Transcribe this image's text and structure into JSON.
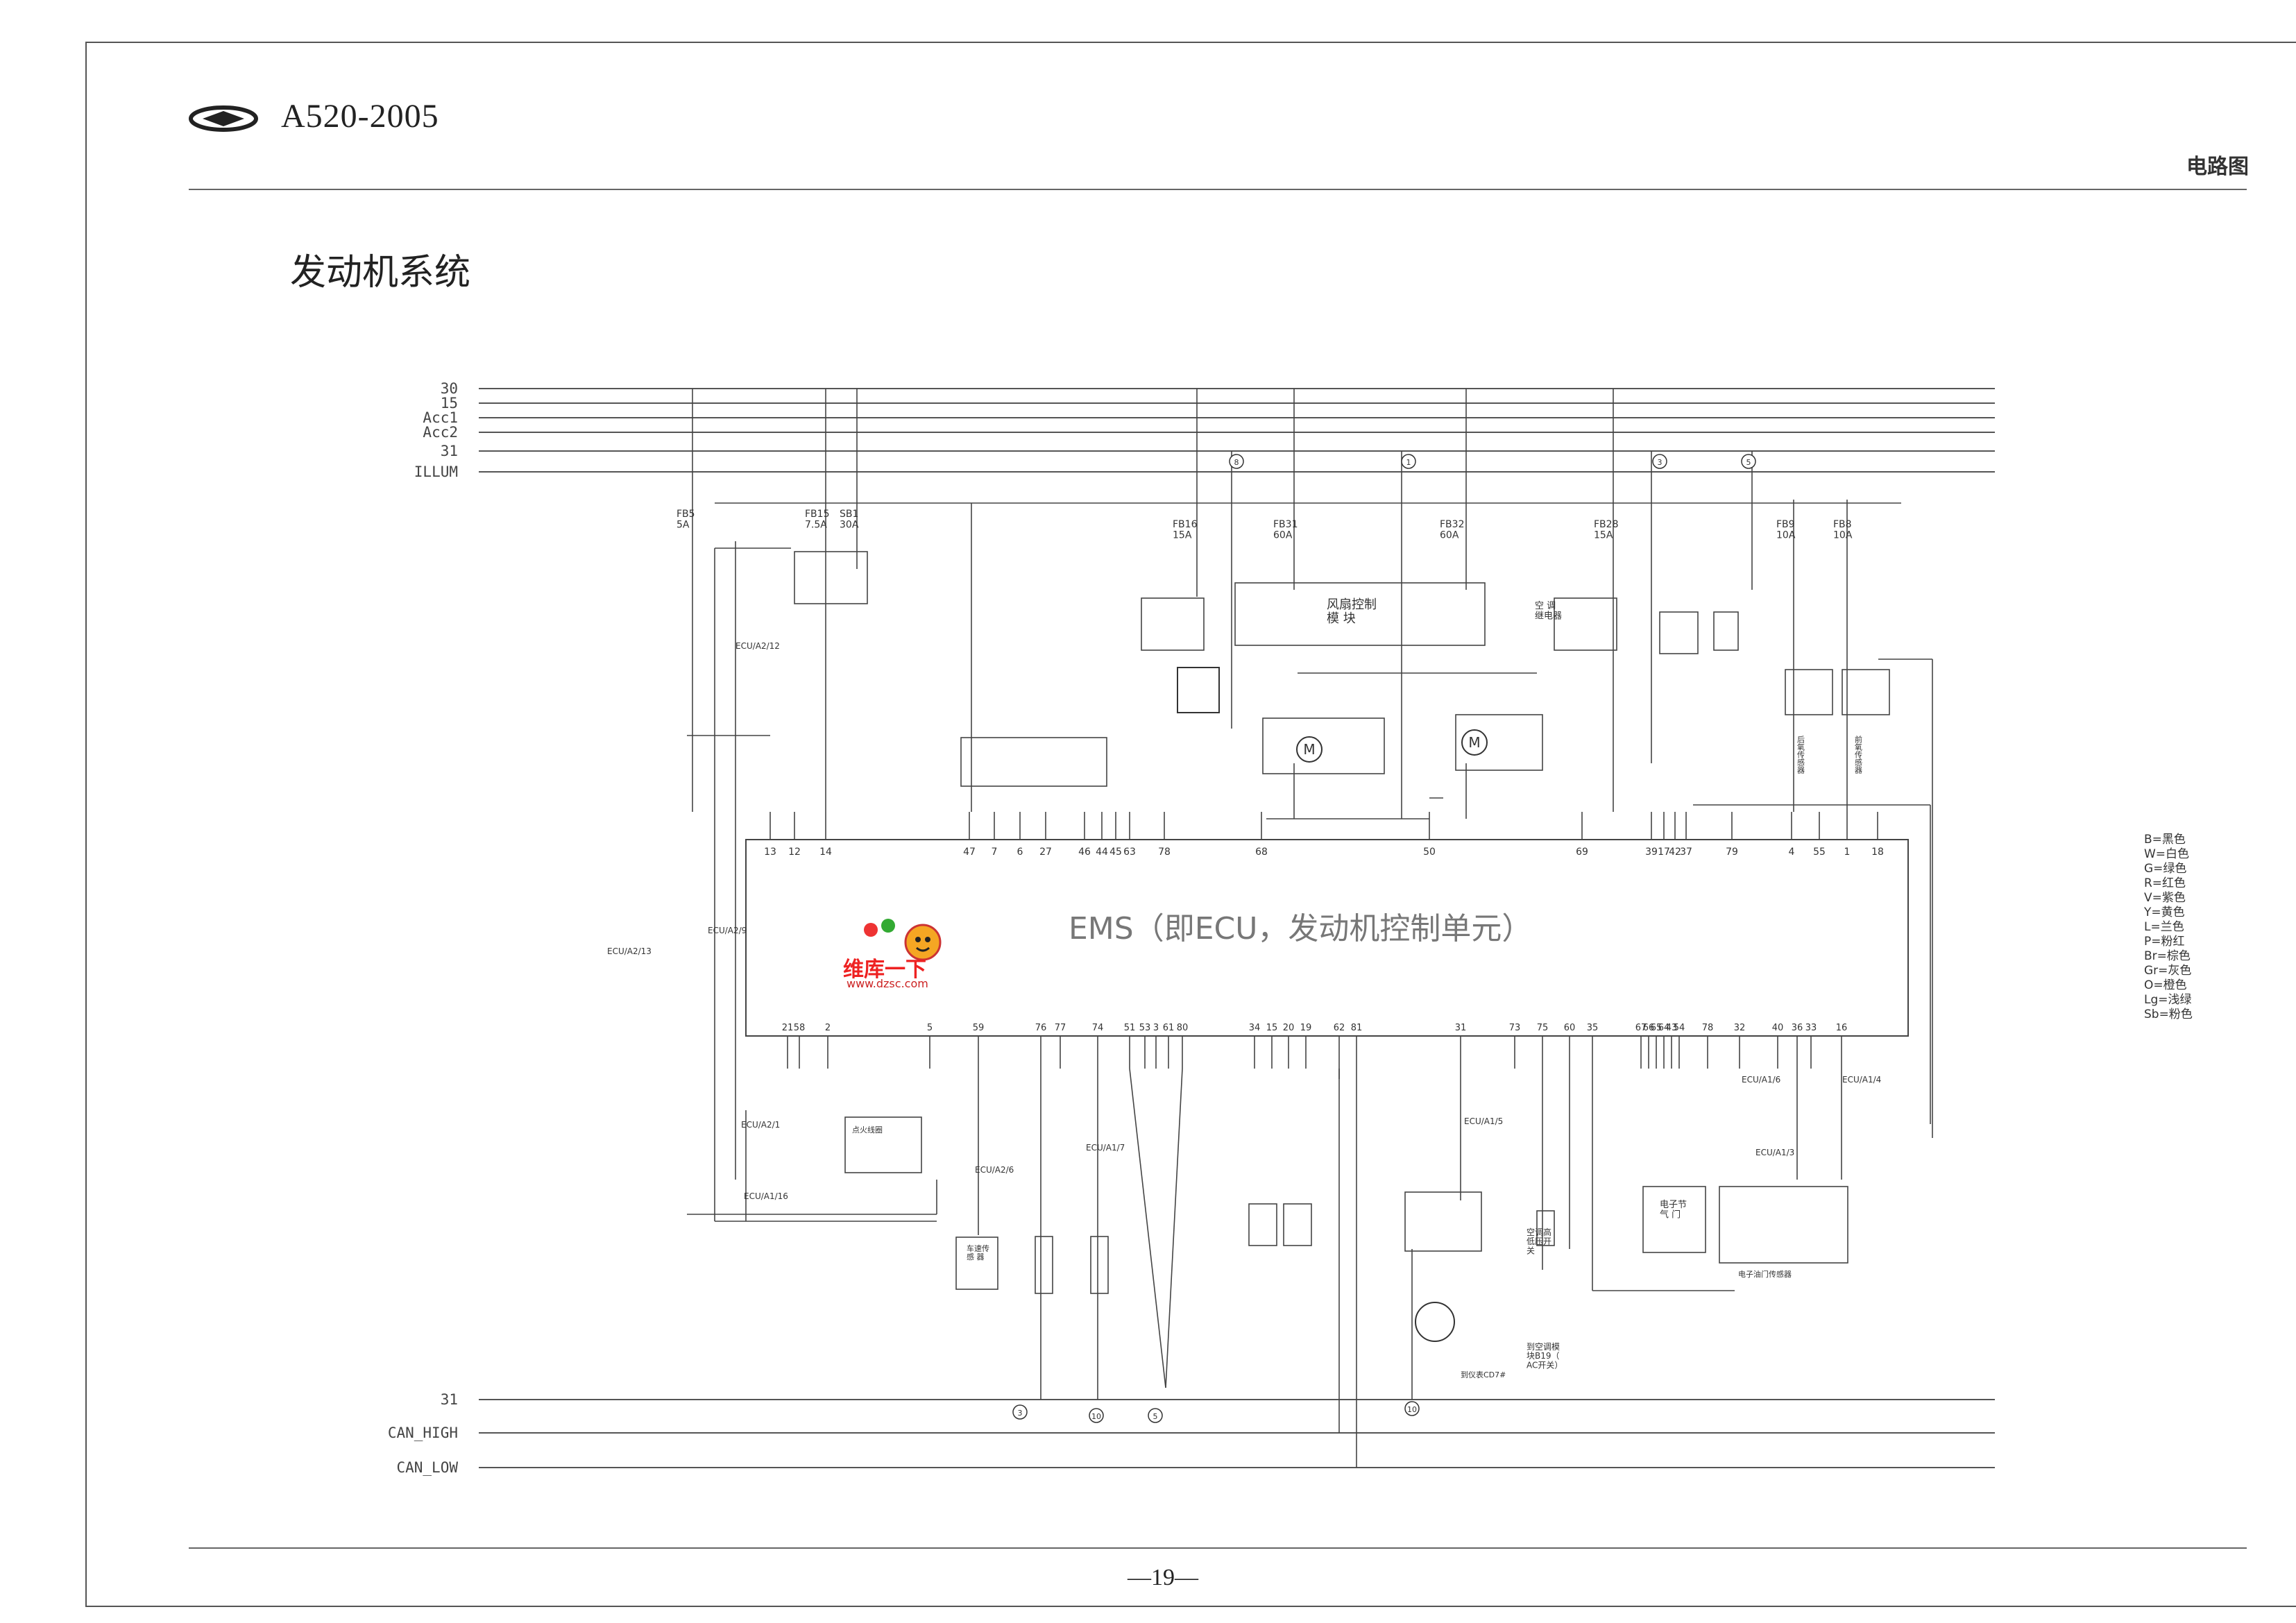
{
  "header": {
    "model": "A520-2005",
    "doc_type": "电路图"
  },
  "page": {
    "title": "发动机系统",
    "page_number": "—19—"
  },
  "buses": {
    "top": [
      "30",
      "15",
      "Acc1",
      "Acc2",
      "31",
      "ILLUM"
    ],
    "bottom": [
      "31",
      "CAN_HIGH",
      "CAN_LOW"
    ]
  },
  "ecu": {
    "label": "EMS（即ECU，发动机控制单元）"
  },
  "fuses": [
    "FB5\n5A",
    "FB15\n7.5A",
    "SB1\n30A",
    "FB16\n15A",
    "FB31\n60A",
    "FB32\n60A",
    "FB28\n15A",
    "FB9\n10A",
    "FB8\n10A"
  ],
  "ecu_top_pins": [
    "13",
    "12",
    "14",
    "47",
    "7",
    "6",
    "27",
    "46",
    "44",
    "45",
    "63",
    "78",
    "68",
    "50",
    "69",
    "39",
    "17",
    "42",
    "37",
    "79",
    "4",
    "55",
    "1",
    "18"
  ],
  "ecu_bottom_pins": [
    "21",
    "58",
    "2",
    "5",
    "59",
    "76",
    "77",
    "74",
    "51",
    "53",
    "3",
    "61",
    "80",
    "34",
    "15",
    "20",
    "19",
    "62",
    "81",
    "31",
    "73",
    "75",
    "60",
    "35",
    "67",
    "66",
    "65",
    "64",
    "43",
    "54",
    "78",
    "32",
    "40",
    "36",
    "33",
    "16"
  ],
  "connectors": [
    "ECU/A2/12",
    "ECU/A2/9",
    "ECU/A2/13",
    "ECU/A2/1",
    "ECU/A1/16",
    "ECU/A2/6",
    "ECU/A1/7",
    "ECU/A1/5",
    "ECU/A1/6",
    "ECU/A1/4",
    "ECU/A1/3"
  ],
  "ground_points": [
    "3",
    "10",
    "5",
    "10"
  ],
  "top_refs": [
    "8",
    "1",
    "3",
    "5"
  ],
  "components": {
    "ignition_coil": "点火线圈",
    "fan_control": "风扇控制\n模 块",
    "ac_relay": "空 调\n继电器",
    "rear_o2": "后氧传感器",
    "front_o2": "前氧传感器",
    "throttle": "电子节\n气 门",
    "pedal": "电子油门传感器",
    "speed_sensor": "车速传\n感 器",
    "ac_pressure": "空调高\n低压开\n关",
    "to_ac_module": "到空调模\n块B19（\nAC开关）",
    "to_instrument": "到仪表CD7#"
  },
  "color_legend": [
    "B=黑色",
    "W=白色",
    "G=绿色",
    "R=红色",
    "V=紫色",
    "Y=黄色",
    "L=兰色",
    "P=粉红",
    "Br=棕色",
    "Gr=灰色",
    "O=橙色",
    "Lg=浅绿",
    "Sb=粉色"
  ],
  "watermark": {
    "brand": "维库一下",
    "url": "www.dzsc.com"
  }
}
